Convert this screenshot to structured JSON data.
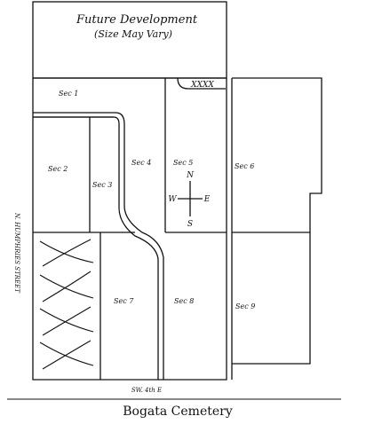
{
  "map": {
    "header_title": "Future Development",
    "header_subtitle": "(Size May Vary)",
    "street_left": "N. HUMPHRIES STREET",
    "street_bottom": "SW. 4th E",
    "sections": {
      "sec1": "Sec 1",
      "sec2": "Sec 2",
      "sec3": "Sec 3",
      "sec4": "Sec 4",
      "sec5": "Sec 5",
      "sec6": "Sec 6",
      "sec7": "Sec 7",
      "sec8": "Sec 8",
      "sec9": "Sec 9"
    },
    "compass": {
      "north": "N",
      "south": "S",
      "east": "E",
      "west": "W"
    },
    "marker_text": "XXXX"
  },
  "caption": "Bogata Cemetery"
}
